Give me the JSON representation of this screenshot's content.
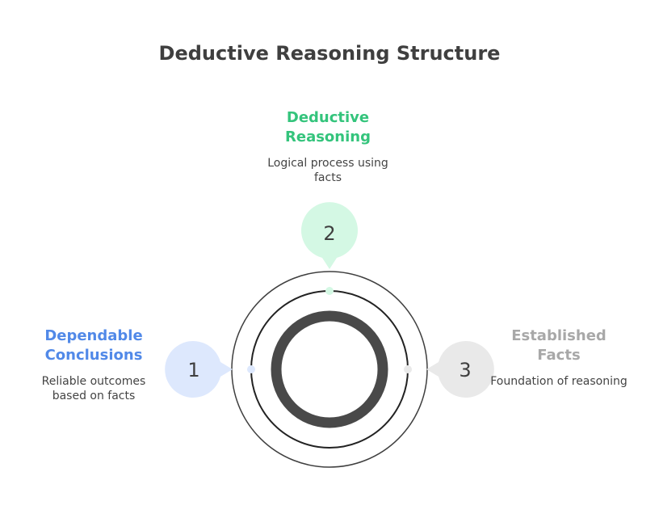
{
  "title": "Deductive Reasoning Structure",
  "steps": [
    {
      "number": "1",
      "heading": "Dependable Conclusions",
      "description": "Reliable outcomes based on facts",
      "color": "#5189e8",
      "bubble_color": "#dde8fd"
    },
    {
      "number": "2",
      "heading": "Deductive Reasoning",
      "description": "Logical process using facts",
      "color": "#34c47c",
      "bubble_color": "#d4f8e4"
    },
    {
      "number": "3",
      "heading": "Established Facts",
      "description": "Foundation of reasoning",
      "color": "#a8a8a8",
      "bubble_color": "#e9e9e9"
    }
  ],
  "colors": {
    "ring": "#3f3f3f",
    "title": "#3f3f3f"
  }
}
